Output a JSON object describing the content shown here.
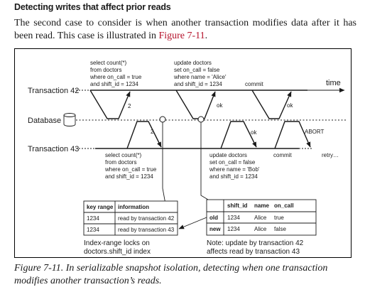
{
  "section_heading": "Detecting writes that affect prior reads",
  "intro": {
    "text_before": "The second case to consider is when another transaction modifies data after it has been read. This case is illustrated in ",
    "xref": "Figure 7-11",
    "text_after": "."
  },
  "caption": "Figure 7-11. In serializable snapshot isolation, detecting when one transaction modifies another transaction’s reads.",
  "colors": {
    "xref": "#b5122b",
    "ink": "#1a1a1a"
  },
  "diagram": {
    "rows": {
      "tx42": "Transaction 42",
      "database": "Database",
      "tx43": "Transaction 43"
    },
    "time_label": "time",
    "tx42_ops": {
      "query": [
        "select count(*)",
        "from doctors",
        "where on_call = true",
        "and shift_id = 1234"
      ],
      "update": [
        "update doctors",
        "set on_call = false",
        "where name = 'Alice'",
        "and shift_id = 1234"
      ],
      "commit": "commit",
      "reply_query": "2",
      "reply_update": "ok",
      "reply_commit": "ok"
    },
    "tx43_ops": {
      "query": [
        "select count(*)",
        "from doctors",
        "where on_call = true",
        "and shift_id = 1234"
      ],
      "update": [
        "update doctors",
        "set on_call = false",
        "where name = 'Bob'",
        "and shift_id = 1234"
      ],
      "commit": "commit",
      "retry": "retry…",
      "reply_query": "2",
      "reply_update": "ok",
      "reply_commit": "ABORT"
    },
    "lock_table": {
      "headers": [
        "key range",
        "information"
      ],
      "rows": [
        [
          "1234",
          "read by transaction 42"
        ],
        [
          "1234",
          "read by transaction 43"
        ]
      ],
      "note": [
        "Index-range locks on",
        "doctors.shift_id index"
      ]
    },
    "version_table": {
      "headers": [
        "",
        "shift_id",
        "name",
        "on_call"
      ],
      "rows": [
        [
          "old",
          "1234",
          "Alice",
          "true"
        ],
        [
          "new",
          "1234",
          "Alice",
          "false"
        ]
      ],
      "note": [
        "Note: update by transaction 42",
        "affects read by transaction 43"
      ]
    }
  }
}
